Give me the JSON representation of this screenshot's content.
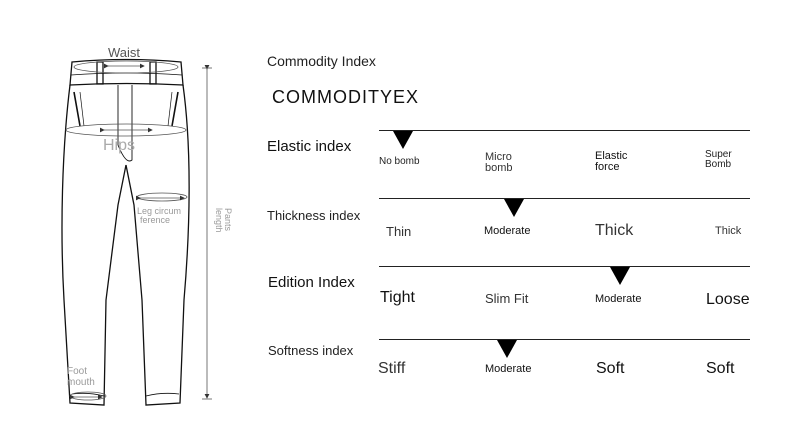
{
  "diagram": {
    "waist": "Waist",
    "hips": "Hips",
    "leg_circumference_line1": "Leg circum",
    "leg_circumference_line2": "ference",
    "pants_length_line1": "Pants",
    "pants_length_line2": "length",
    "foot_mouth_line1": "Foot",
    "foot_mouth_line2": "mouth"
  },
  "header": {
    "section_title": "Commodity Index",
    "brand": "COMMODITYEX"
  },
  "rows": [
    {
      "title": "Elastic index",
      "options": [
        {
          "line1": "No bomb",
          "line2": ""
        },
        {
          "line1": "Micro",
          "line2": "bomb"
        },
        {
          "line1": "Elastic",
          "line2": "force"
        },
        {
          "line1": "Super",
          "line2": "Bomb"
        }
      ],
      "selected_option": "No bomb"
    },
    {
      "title": "Thickness index",
      "options": [
        {
          "line1": "Thin"
        },
        {
          "line1": "Moderate"
        },
        {
          "line1": "Thick"
        },
        {
          "line1": "Thick"
        }
      ],
      "selected_option": "Moderate"
    },
    {
      "title": "Edition Index",
      "options": [
        {
          "line1": "Tight"
        },
        {
          "line1": "Slim Fit"
        },
        {
          "line1": "Moderate"
        },
        {
          "line1": "Loose"
        }
      ],
      "selected_option": "Moderate"
    },
    {
      "title": "Softness index",
      "options": [
        {
          "line1": "Stiff"
        },
        {
          "line1": "Moderate"
        },
        {
          "line1": "Soft"
        },
        {
          "line1": "Soft"
        }
      ],
      "selected_option": "Moderate"
    }
  ]
}
